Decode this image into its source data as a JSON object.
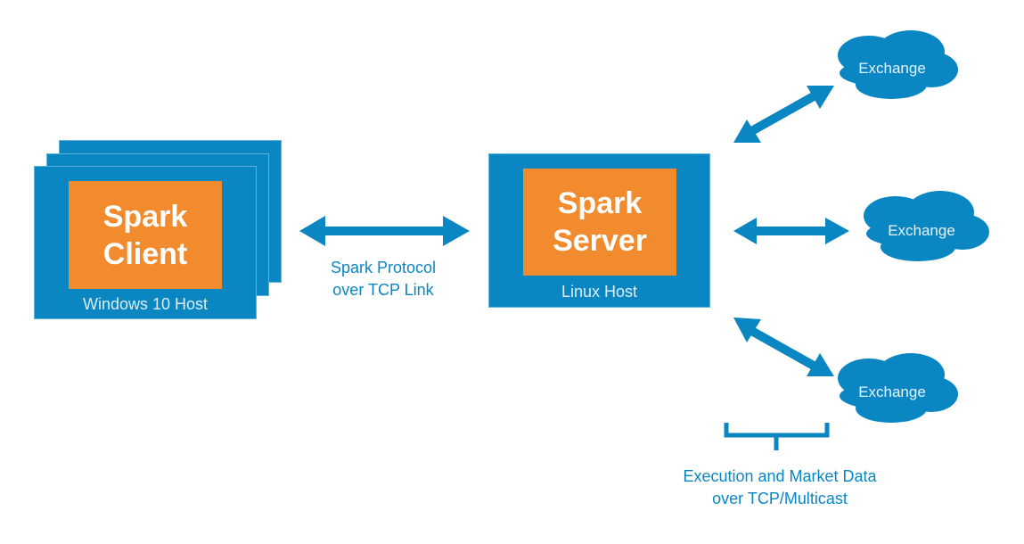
{
  "colors": {
    "primary_blue": "#0a86c2",
    "orange": "#f28a2e",
    "white": "#ffffff"
  },
  "client": {
    "line1": "Spark",
    "line2": "Client",
    "host": "Windows 10 Host"
  },
  "server": {
    "line1": "Spark",
    "line2": "Server",
    "host": "Linux Host"
  },
  "link": {
    "line1": "Spark Protocol",
    "line2": "over TCP Link"
  },
  "exchanges": [
    {
      "label": "Exchange"
    },
    {
      "label": "Exchange"
    },
    {
      "label": "Exchange"
    }
  ],
  "market_data": {
    "line1": "Execution and Market Data",
    "line2": "over TCP/Multicast"
  }
}
